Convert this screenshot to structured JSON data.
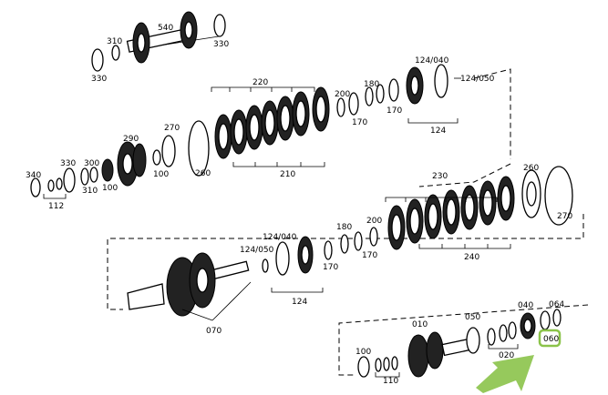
{
  "labels": {
    "p540": "540",
    "p310a": "310",
    "p330a": "330",
    "p330b": "330",
    "p220": "220",
    "p210": "210",
    "p200a": "200",
    "p180a": "180",
    "p170a": "170",
    "p170b": "170",
    "p124_040a": "124/040",
    "p124_050a": "124/050",
    "p124a": "124",
    "p290": "290",
    "p270a": "270",
    "p260a": "260",
    "p100a": "100",
    "p100b": "100",
    "p340": "340",
    "p330c": "330",
    "p300": "300",
    "p310b": "310",
    "p112": "112",
    "p230": "230",
    "p240": "240",
    "p260b": "260",
    "p270b": "270",
    "p124_040b": "124/040",
    "p124_050b": "124/050",
    "p180b": "180",
    "p200b": "200",
    "p170c": "170",
    "p170d": "170",
    "p124b": "124",
    "p070": "070",
    "p010": "010",
    "p050": "050",
    "p040": "040",
    "p064": "064",
    "p060": "060",
    "p020": "020",
    "p100c": "100",
    "p110": "110"
  },
  "highlight": {
    "target": "060",
    "color": "#8bc34a"
  },
  "arrow": {
    "color": "#8bc34a"
  }
}
